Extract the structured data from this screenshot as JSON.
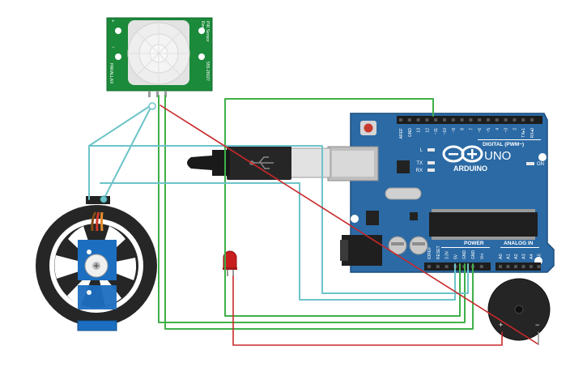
{
  "pir": {
    "side_labels": [
      "PIR Sensor",
      "Rev B",
      "555-28027",
      "PARALLAX"
    ],
    "pin_marks": [
      "+",
      "−"
    ]
  },
  "arduino": {
    "brand": "ARDUINO",
    "model": "UNO",
    "digital_label": "DIGITAL (PWM~)",
    "power_label": "POWER",
    "analog_label": "ANALOG IN",
    "on_label": "ON",
    "l_label": "L",
    "tx_label": "TX",
    "rx_label": "RX",
    "digital_pins": [
      "AREF",
      "GND",
      "13",
      "12",
      "~11",
      "~10",
      "~9",
      "8",
      "7",
      "~6",
      "~5",
      "4",
      "~3",
      "2",
      "TX▸1",
      "RX◂0"
    ],
    "power_pins": [
      "IOREF",
      "RESET",
      "3.3V",
      "5V",
      "GND",
      "GND",
      "Vin"
    ],
    "analog_pins": [
      "A0",
      "A1",
      "A2",
      "A3",
      "A4",
      "A5"
    ]
  },
  "buzzer": {
    "plus": "+",
    "minus": "−"
  },
  "colors": {
    "board": "#2b6aa5",
    "wire_green": "#3fb04a",
    "wire_cyan": "#6cc4c9",
    "wire_red": "#c8282a",
    "led": "#c81e1e",
    "servo": "#1c6fc0"
  }
}
